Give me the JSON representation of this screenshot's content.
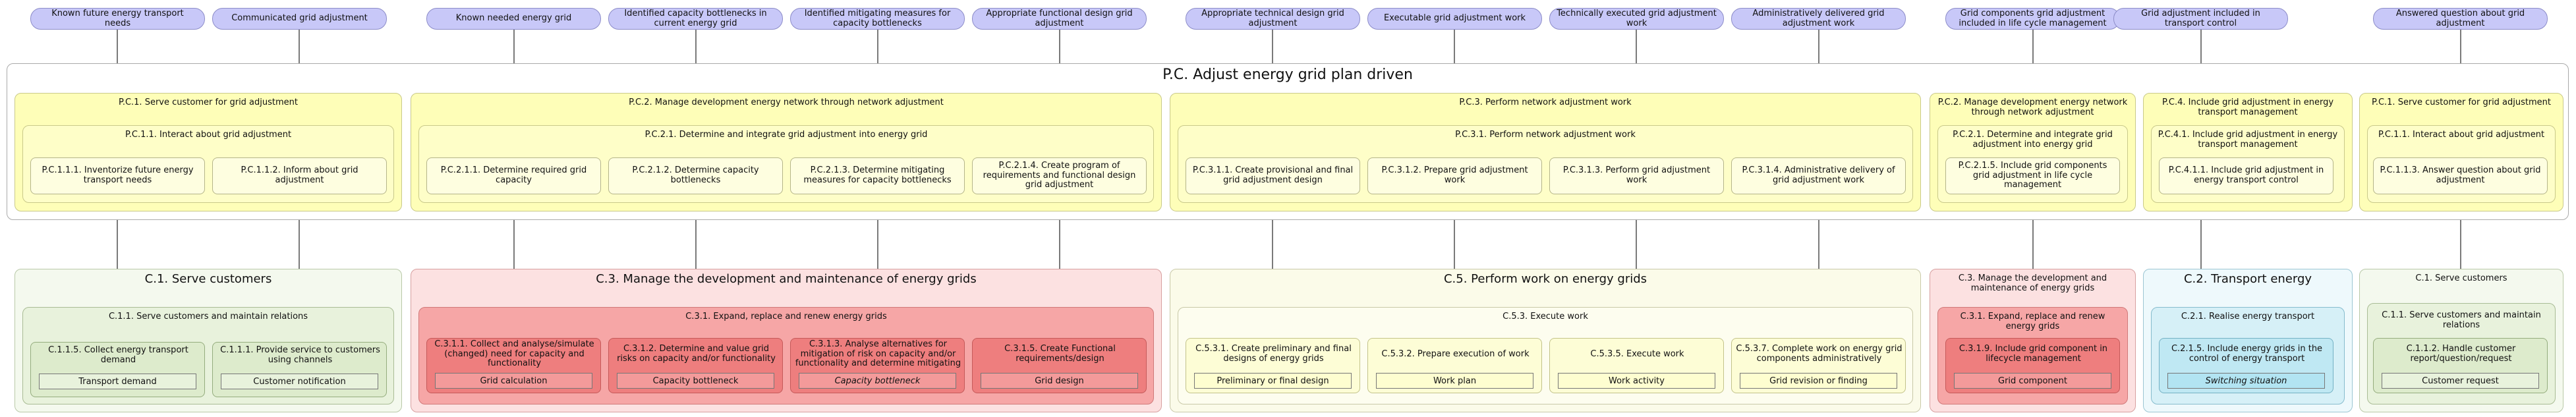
{
  "top_labels": [
    "Known future energy transport needs",
    "Communicated grid adjustment",
    "Known needed energy grid",
    "Identified capacity bottlenecks in current energy grid",
    "Identified mitigating measures for capacity bottlenecks",
    "Appropriate functional design grid adjustment",
    "Appropriate technical design grid adjustment",
    "Executable grid adjustment work",
    "Technically executed grid adjustment work",
    "Administratively delivered grid adjustment work",
    "Grid components grid adjustment included in life cycle management",
    "Grid adjustment included in transport control",
    "Answered question about grid adjustment"
  ],
  "pc_title": "P.C. Adjust energy grid plan driven",
  "pc_groups": [
    {
      "title": "P.C.1. Serve customer for grid adjustment",
      "sub": "P.C.1.1. Interact about grid adjustment",
      "leaves": [
        "P.C.1.1.1. Inventorize future energy transport needs",
        "P.C.1.1.2. Inform about grid adjustment"
      ]
    },
    {
      "title": "P.C.2. Manage development energy network through network adjustment",
      "sub": "P.C.2.1. Determine and integrate grid adjustment into energy grid",
      "leaves": [
        "P.C.2.1.1. Determine required grid capacity",
        "P.C.2.1.2. Determine capacity bottlenecks",
        "P.C.2.1.3. Determine mitigating measures for capacity bottlenecks",
        "P.C.2.1.4. Create program of requirements and functional design grid adjustment"
      ]
    },
    {
      "title": "P.C.3. Perform network adjustment work",
      "sub": "P.C.3.1. Perform network adjustment work",
      "leaves": [
        "P.C.3.1.1. Create provisional and final grid adjustment design",
        "P.C.3.1.2. Prepare grid adjustment work",
        "P.C.3.1.3. Perform grid adjustment work",
        "P.C.3.1.4. Administrative delivery of grid adjustment work"
      ]
    },
    {
      "title": "P.C.2. Manage development energy network through network adjustment",
      "sub": "P.C.2.1. Determine and integrate grid adjustment into energy grid",
      "leaves": [
        "P.C.2.1.5. Include grid components grid adjustment in life cycle management"
      ]
    },
    {
      "title": "P.C.4. Include grid adjustment in energy transport management",
      "sub": "P.C.4.1. Include grid adjustment in energy transport management",
      "leaves": [
        "P.C.4.1.1. Include grid adjustment in energy transport control"
      ]
    },
    {
      "title": "P.C.1. Serve customer for grid adjustment",
      "sub": "P.C.1.1. Interact about grid adjustment",
      "leaves": [
        "P.C.1.1.3. Answer question about grid adjustment"
      ]
    }
  ],
  "bottom_groups": [
    {
      "title": "C.1. Serve customers",
      "sub": "C.1.1. Serve customers and maintain relations",
      "leaves": [
        {
          "label": "C.1.1.5. Collect energy transport demand",
          "object": "Transport demand"
        },
        {
          "label": "C.1.1.1. Provide service to customers using channels",
          "object": "Customer notification"
        }
      ]
    },
    {
      "title": "C.3. Manage the development and maintenance of energy grids",
      "sub": "C.3.1. Expand, replace and renew energy grids",
      "leaves": [
        {
          "label": "C.3.1.1. Collect and analyse/simulate (changed) need for capacity and functionality",
          "object": "Grid calculation"
        },
        {
          "label": "C.3.1.2. Determine and value grid risks on capacity and/or functionality",
          "object": "Capacity bottleneck"
        },
        {
          "label": "C.3.1.3. Analyse alternatives for mitigation of risk on capacity and/or functionality and determine mitigating",
          "object": "Capacity bottleneck"
        },
        {
          "label": "C.3.1.5. Create Functional requirements/design",
          "object": "Grid design"
        }
      ]
    },
    {
      "title": "C.5. Perform work on energy grids",
      "sub": "C.5.3. Execute work",
      "leaves": [
        {
          "label": "C.5.3.1. Create preliminary and final designs of energy grids",
          "object": "Preliminary or final design"
        },
        {
          "label": "C.5.3.2. Prepare execution of work",
          "object": "Work plan"
        },
        {
          "label": "C.5.3.5. Execute work",
          "object": "Work activity"
        },
        {
          "label": "C.5.3.7. Complete work on energy grid components administratively",
          "object": "Grid revision or finding"
        }
      ]
    },
    {
      "title": "C.3. Manage the development and maintenance of energy grids",
      "sub": "C.3.1. Expand, replace and renew energy grids",
      "leaves": [
        {
          "label": "C.3.1.9. Include grid component in lifecycle management",
          "object": "Grid component"
        }
      ]
    },
    {
      "title": "C.2. Transport energy",
      "sub": "C.2.1. Realise energy transport",
      "leaves": [
        {
          "label": "C.2.1.5. Include energy grids in the control of energy transport",
          "object": "Switching situation"
        }
      ]
    },
    {
      "title": "C.1. Serve customers",
      "sub": "C.1.1. Serve customers and maintain relations",
      "leaves": [
        {
          "label": "C.1.1.2. Handle customer report/question/request",
          "object": "Customer request"
        }
      ]
    }
  ],
  "colors": {
    "pill": "#c8c8f8",
    "capability": "#fefeb8",
    "serve": "#e8f2dc",
    "manage": "#f6a6a6",
    "work": "#fdfdd6",
    "transport": "#d6f0f7"
  }
}
